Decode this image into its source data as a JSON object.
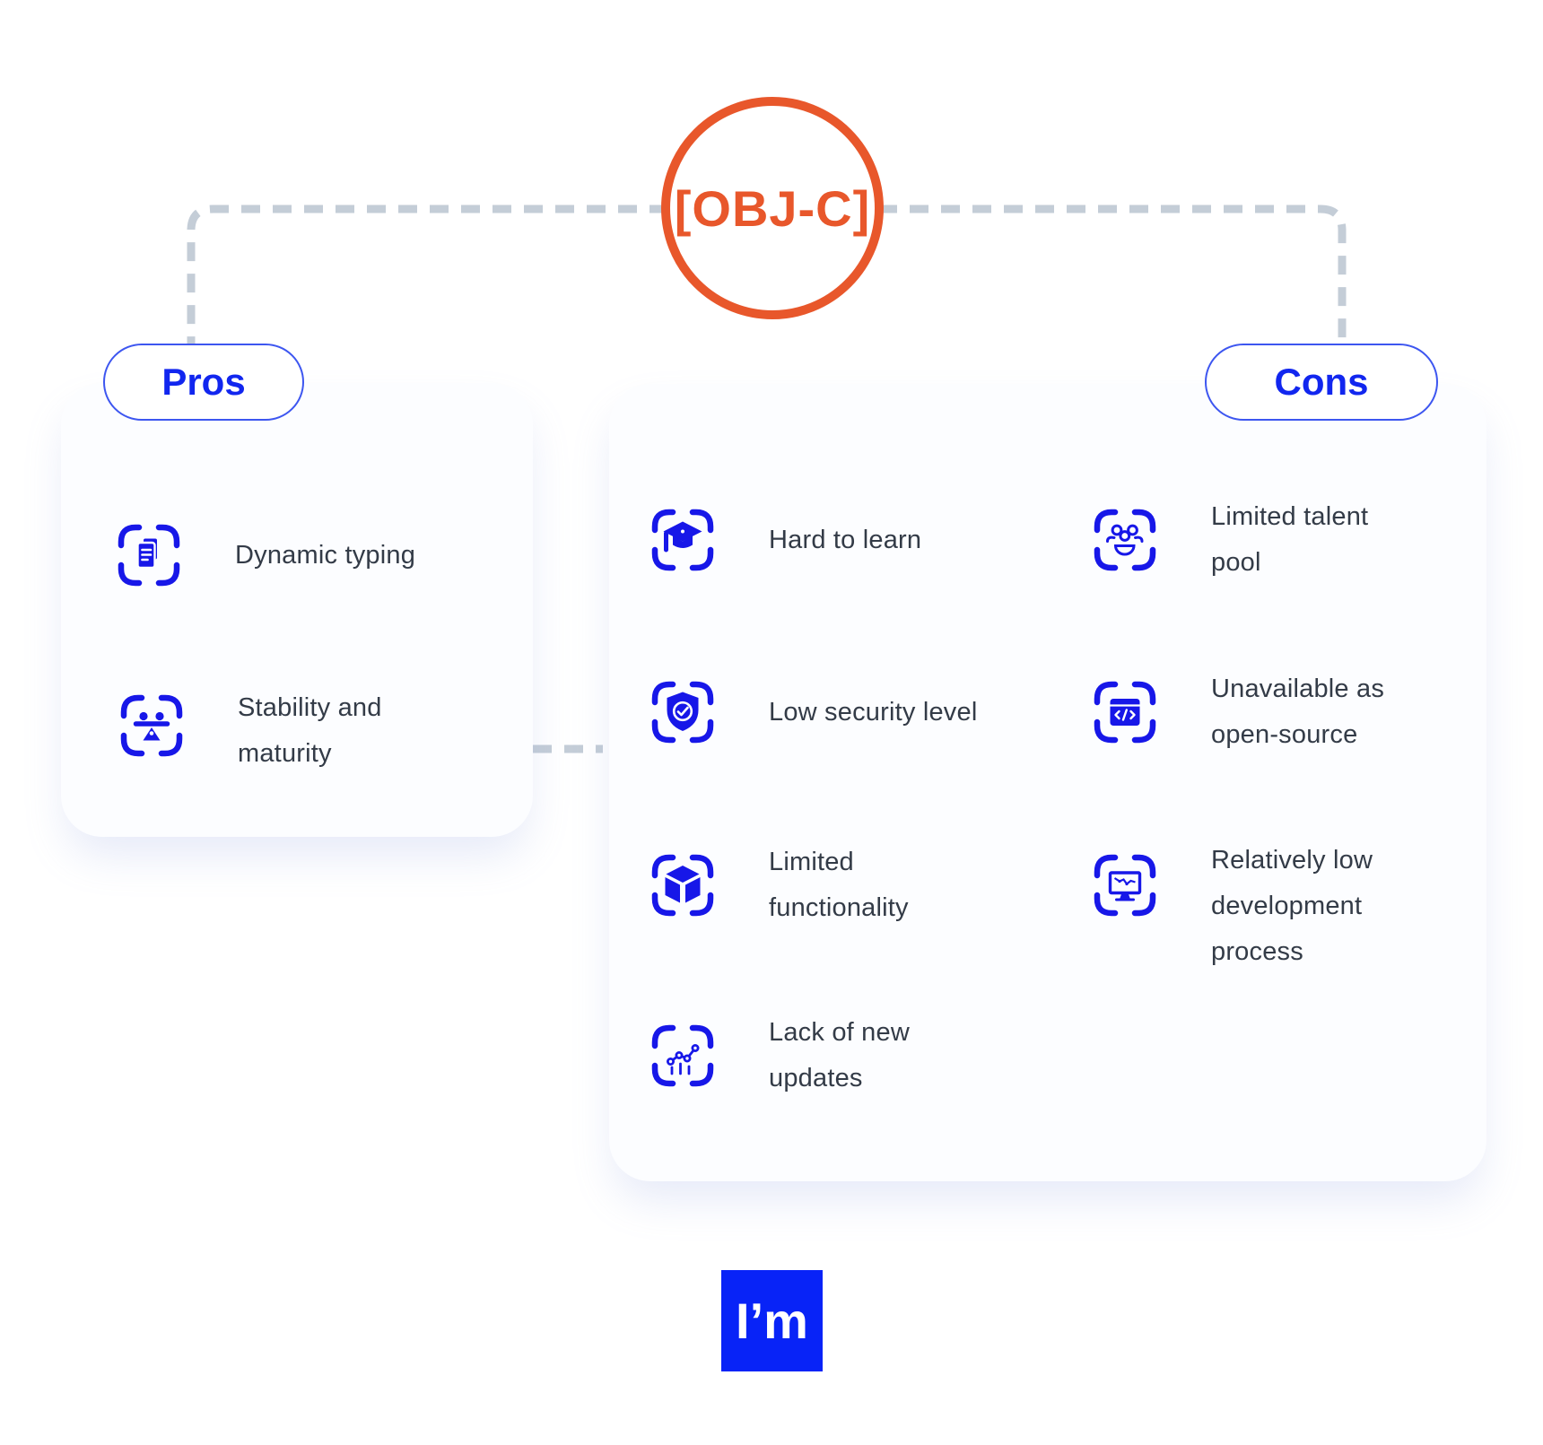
{
  "diagram": {
    "root_label": "[OBJ-C]",
    "colors": {
      "accent_orange": "#e8572b",
      "icon_blue": "#1717e8",
      "pill_text_blue": "#1126ef",
      "pill_border_blue": "#3d56f0",
      "dash_gray": "#c4cdd7",
      "label_text": "#333b47",
      "logo_blue": "#0823f7",
      "card_background": "#fcfdff"
    }
  },
  "pros": {
    "pill_label": "Pros",
    "items": [
      {
        "icon": "document-icon",
        "label": "Dynamic typing"
      },
      {
        "icon": "balance-scale-icon",
        "label": "Stability and maturity"
      }
    ]
  },
  "cons": {
    "pill_label": "Cons",
    "left_items": [
      {
        "icon": "graduation-cap-icon",
        "label": "Hard to learn"
      },
      {
        "icon": "shield-check-icon",
        "label": "Low security level"
      },
      {
        "icon": "cube-icon",
        "label": "Limited functionality"
      },
      {
        "icon": "line-chart-icon",
        "label": "Lack of new updates"
      }
    ],
    "right_items": [
      {
        "icon": "team-icon",
        "label": "Limited talent pool"
      },
      {
        "icon": "code-window-icon",
        "label": "Unavailable as open-source"
      },
      {
        "icon": "monitor-chart-icon",
        "label": "Relatively low development process"
      }
    ]
  },
  "logo": {
    "text": "I’m"
  }
}
